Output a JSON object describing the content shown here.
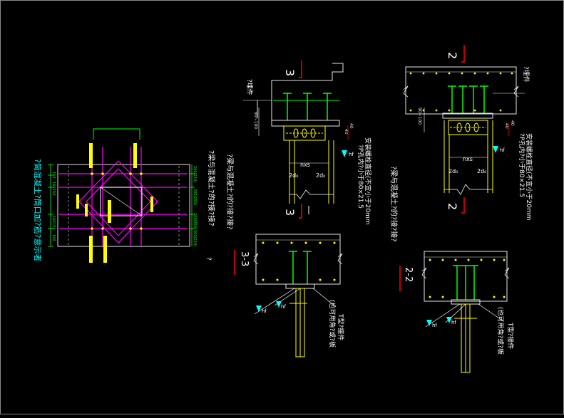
{
  "colors": {
    "background": "#000000",
    "frame": "#8a8a8a",
    "concrete": "#e6e6e6",
    "steel": "#ffff00",
    "stud": "#00ff00",
    "magenta": "#ff00ff",
    "cyan": "#00ffff",
    "section_mark": "#ff0000",
    "white": "#ffffff"
  },
  "left_plan": {
    "title_line1": "?简混凝土?筒口加?筋?意示者",
    "dims_left": [
      "150",
      "160",
      "150",
      "160",
      "150",
      "160"
    ],
    "dims_right": [
      "200(250)",
      "200(250)",
      "200(250)",
      "200(250)"
    ],
    "note_line1": "?梁与混凝土?的?接?接?",
    "note_line2": "?"
  },
  "section_3_plan": {
    "mark": "3",
    "embed_label": "?埋件",
    "dim_90_100": "90~100",
    "dim_40a": "40",
    "dim_40b": "40",
    "nxs": "nxs",
    "d0_left": "2d₀",
    "d0_right": "2d₀",
    "bolt_note": "安装螺栓直径(不宜小于20mm",
    "hole_note": "?P孔内?小于80×21.5",
    "hf": "hf",
    "mark_bottom": "3"
  },
  "section_2_plan": {
    "mark": "2",
    "embed_label": "?埋件",
    "dim_90_100": "90~100",
    "dim_40a": "40",
    "dim_40b": "40",
    "nxs": "nxs",
    "d0_left": "2d₀",
    "d0_right": "2d₀",
    "bolt_note": "安装螺栓直径(不宜小于20mm",
    "hole_note": "?P孔内?小于80×21.5",
    "hf": "hf",
    "mark_bottom": "2"
  },
  "note_3": "?梁与混凝土?的?接?接?",
  "note_2": "?梁与混凝土?的?接?接?",
  "section_3_elev": {
    "title": "3-3",
    "hf1": "hf",
    "hf2": "hf",
    "label_t": "T型?接件",
    "label_alt": "(也可用角?或?板"
  },
  "section_2_elev": {
    "title": "2-2",
    "hf1": "hf",
    "hf2": "hf",
    "label_t": "T型?接件",
    "label_alt": "(也可用角?或?板"
  }
}
